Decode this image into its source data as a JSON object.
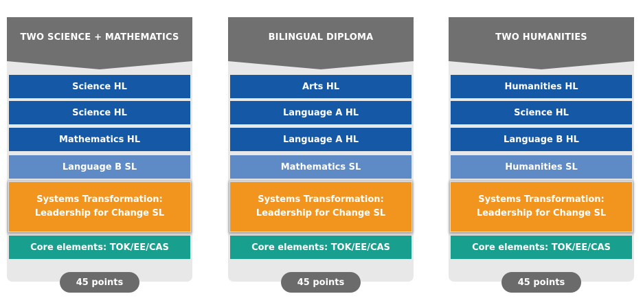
{
  "columns": [
    {
      "title": "TWO SCIENCE + MATHEMATICS",
      "subjects": [
        "Science HL",
        "Science HL",
        "Mathematics HL",
        "Language B SL"
      ],
      "highlight": [
        "Systems Transformation:",
        "Leadership for Change SL"
      ],
      "core": "Core elements: TOK/EE/CAS",
      "points": "45 points"
    },
    {
      "title": "BILINGUAL DIPLOMA",
      "subjects": [
        "Arts HL",
        "Language A HL",
        "Language A HL",
        "Mathematics SL"
      ],
      "highlight": [
        "Systems Transformation:",
        "Leadership for Change SL"
      ],
      "core": "Core elements: TOK/EE/CAS",
      "points": "45 points"
    },
    {
      "title": "TWO HUMANITIES",
      "subjects": [
        "Humanities HL",
        "Science HL",
        "Language B HL",
        "Humanities SL"
      ],
      "highlight": [
        "Systems Transformation:",
        "Leadership for Change SL"
      ],
      "core": "Core elements: TOK/EE/CAS",
      "points": "45 points"
    }
  ],
  "colors": {
    "header": "#707070",
    "hl": "#1558a6",
    "sl": "#5e8ac6",
    "highlight": "#f2951f",
    "core": "#199f8d",
    "pill": "#6b6b6b"
  }
}
